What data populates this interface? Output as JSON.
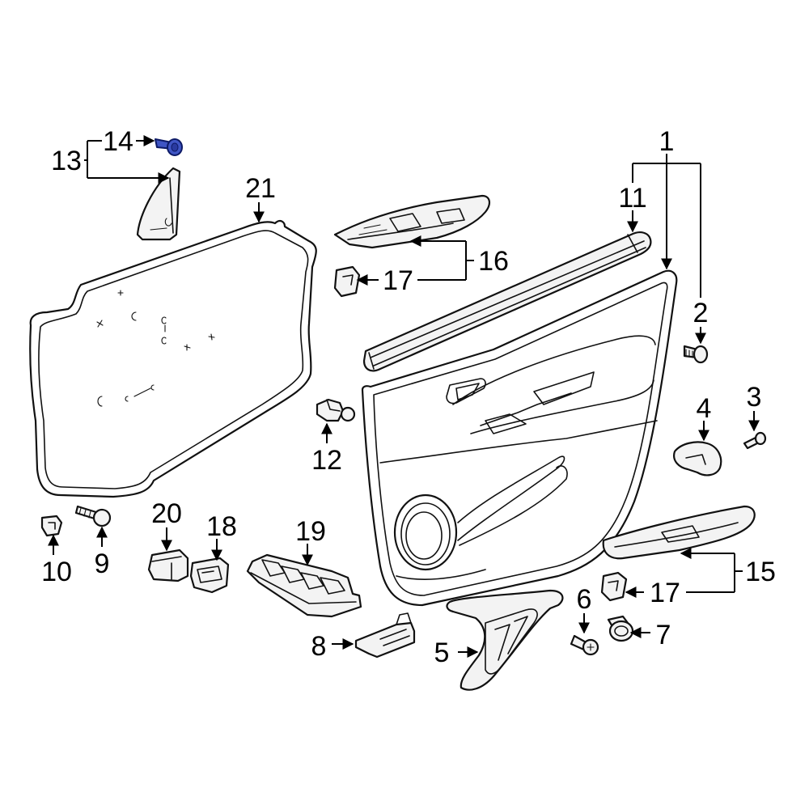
{
  "callouts": {
    "c1": "1",
    "c2": "2",
    "c3": "3",
    "c4": "4",
    "c5": "5",
    "c6": "6",
    "c7": "7",
    "c8": "8",
    "c9": "9",
    "c10": "10",
    "c11": "11",
    "c12": "12",
    "c13": "13",
    "c14": "14",
    "c15": "15",
    "c16": "16",
    "c17a": "17",
    "c17b": "17",
    "c18": "18",
    "c19": "19",
    "c20": "20",
    "c21": "21"
  },
  "highlight_color": "#3f55c4"
}
